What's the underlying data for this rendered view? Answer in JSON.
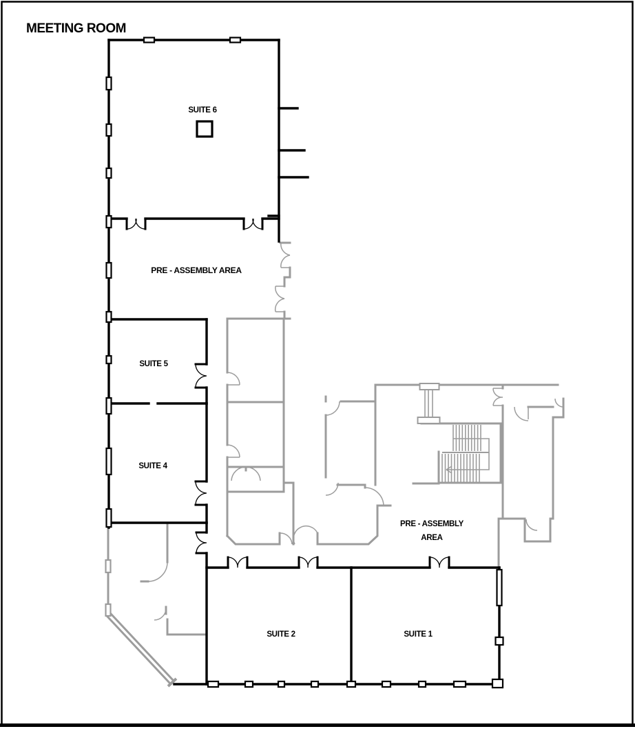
{
  "page": {
    "title": "MEETING ROOM"
  },
  "plan": {
    "labels": {
      "suite6": "SUITE 6",
      "suite5": "SUITE 5",
      "suite4": "SUITE 4",
      "suite2": "SUITE 2",
      "suite1": "SUITE 1",
      "pre_assembly_left": "PRE - ASSEMBLY AREA",
      "pre_assembly_right_line1": "PRE - ASSEMBLY",
      "pre_assembly_right_line2": "AREA"
    },
    "colors": {
      "new_construction_walls": "#000000",
      "existing_construction_walls": "#9c9c9c",
      "background": "#ffffff"
    },
    "icons": {
      "staircase": "stair-symbol",
      "elevator": "elevator-symbol",
      "column": "column-symbol",
      "door": "door-swing-symbol",
      "window": "window-marker"
    }
  }
}
